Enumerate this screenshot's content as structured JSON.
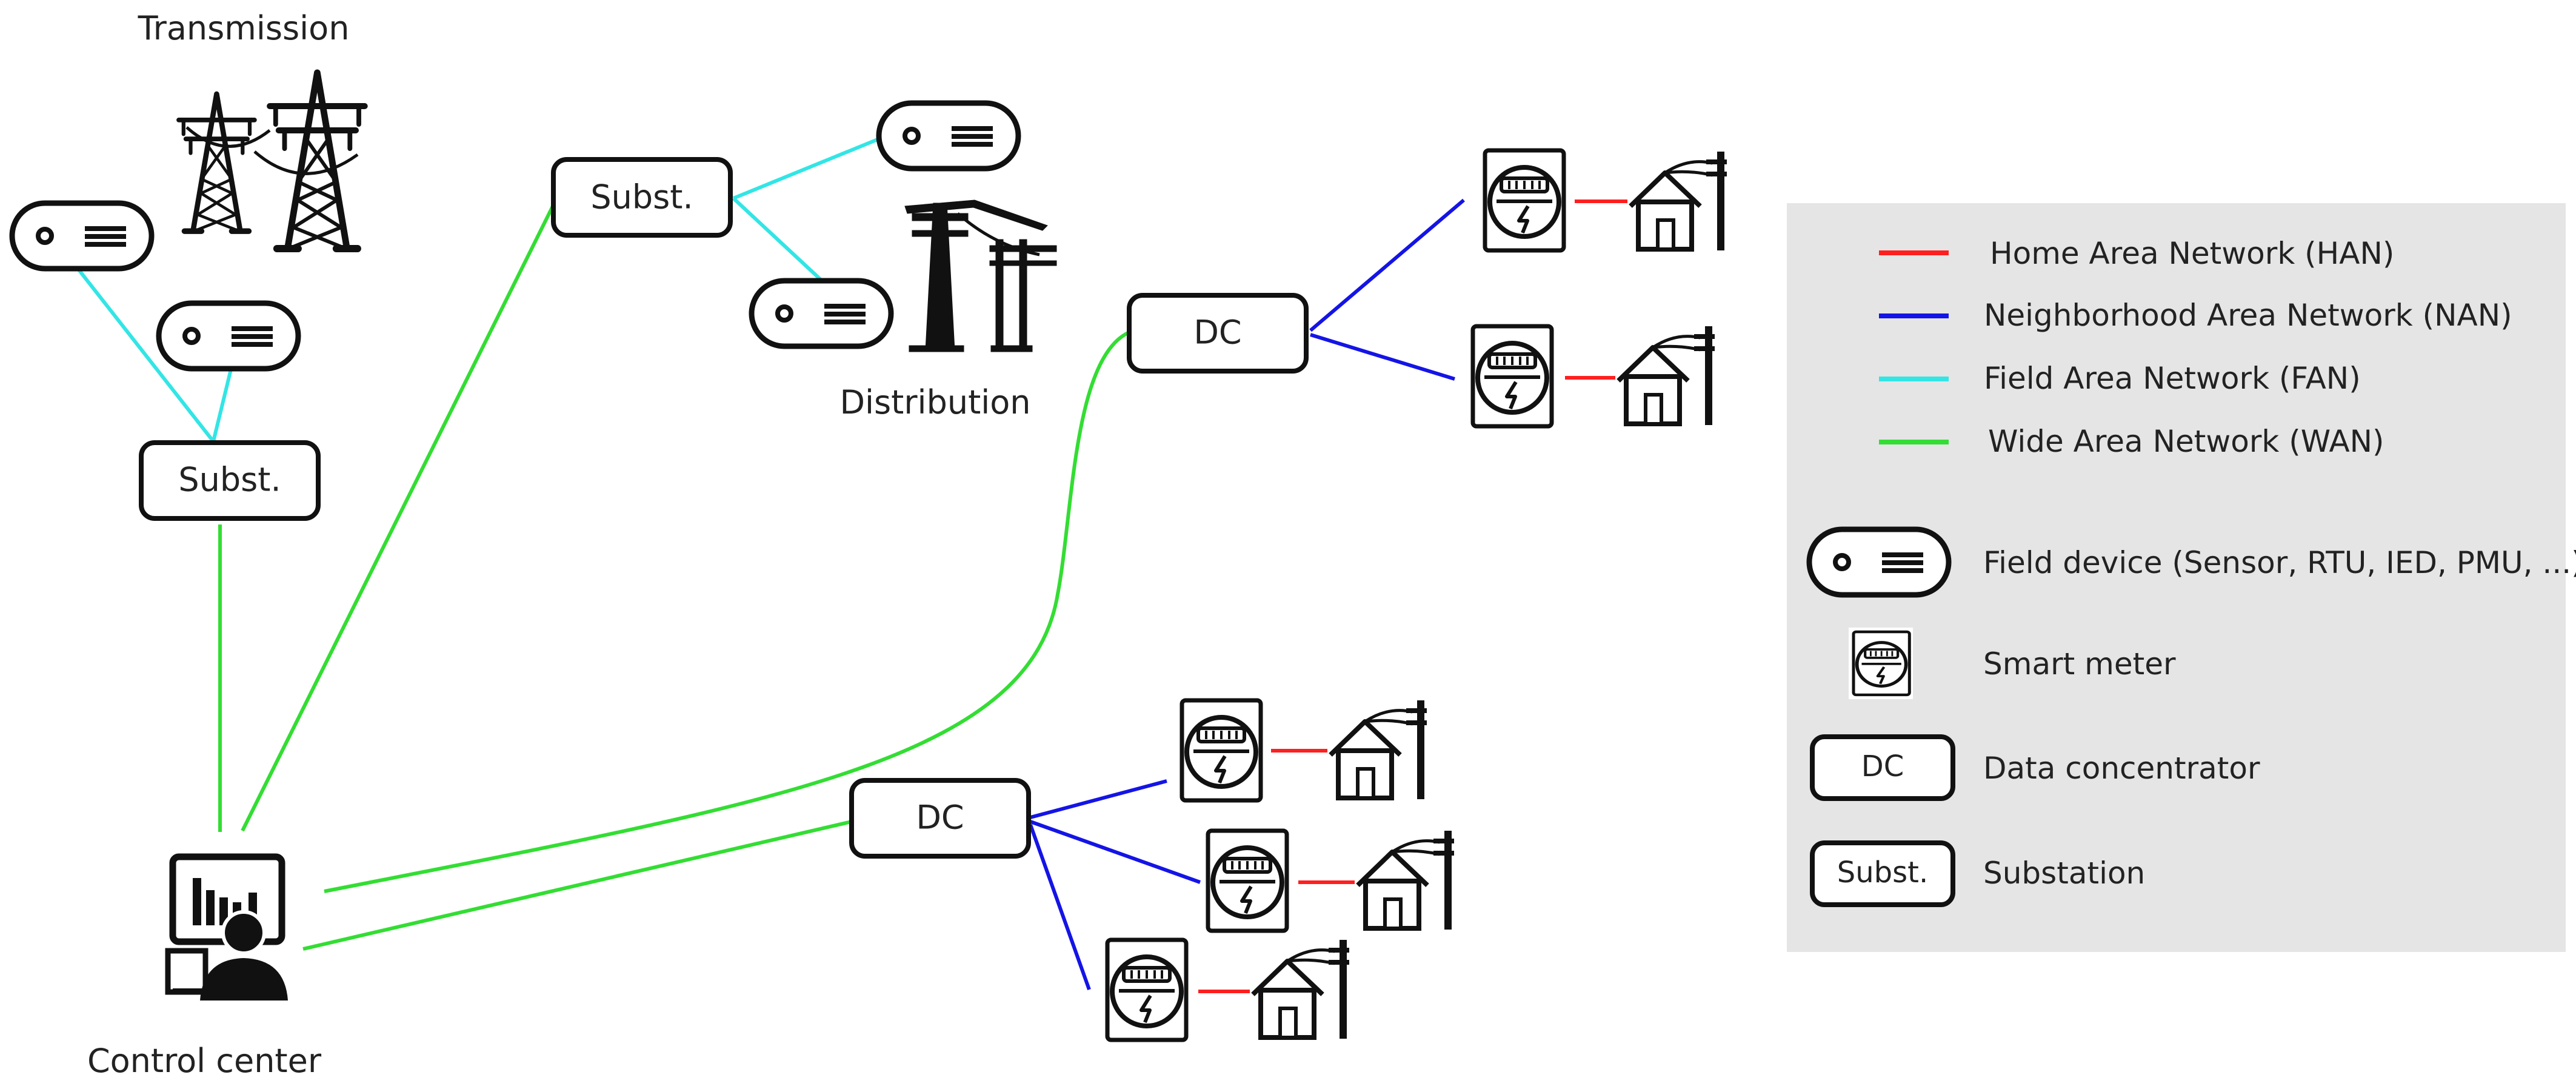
{
  "colors": {
    "han": "#ff1f1f",
    "nan": "#1414e6",
    "fan": "#33e5e5",
    "wan": "#33dd33",
    "legend_bg": "#e5e5e5",
    "stroke": "#111111"
  },
  "labels": {
    "transmission": "Transmission",
    "distribution": "Distribution",
    "control_center": "Control center"
  },
  "nodes": {
    "subst_1": "Subst.",
    "subst_2": "Subst.",
    "dc_1": "DC",
    "dc_2": "DC"
  },
  "icons": {
    "field_device": "field-device-icon",
    "smart_meter": "smart-meter-icon",
    "house": "house-with-pole-icon",
    "transmission_towers": "transmission-tower-icon",
    "distribution_pole": "distribution-pole-icon",
    "control_center": "control-center-operator-icon"
  },
  "legend": {
    "networks": [
      {
        "key": "han",
        "label": "Home Area Network (HAN)"
      },
      {
        "key": "nan",
        "label": "Neighborhood Area Network (NAN)"
      },
      {
        "key": "fan",
        "label": "Field Area Network (FAN)"
      },
      {
        "key": "wan",
        "label": "Wide Area Network (WAN)"
      }
    ],
    "symbols": {
      "field_device": "Field device (Sensor, RTU, IED, PMU, ...)",
      "smart_meter": "Smart meter",
      "dc_box": "DC",
      "dc": "Data concentrator",
      "subst_box": "Subst.",
      "substation": "Substation"
    }
  }
}
